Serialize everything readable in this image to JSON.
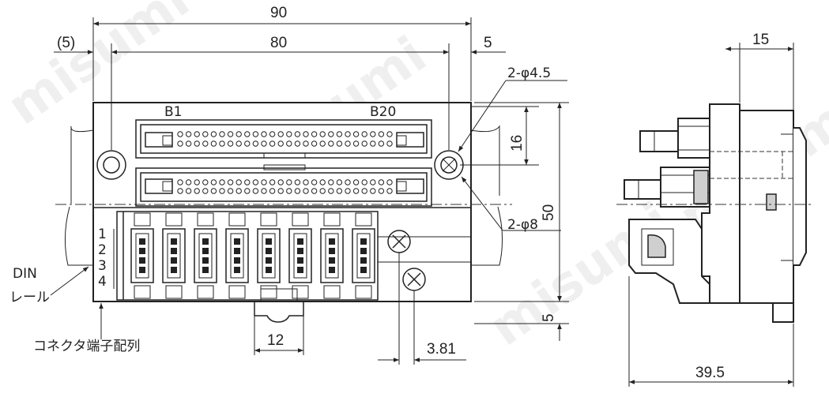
{
  "dimensions": {
    "overall_width": "90",
    "pitch_width": "80",
    "left_offset": "(5)",
    "right_offset": "5",
    "side_depth": "15",
    "height": "50",
    "connector_pitch": "16",
    "bottom_offset": "5",
    "terminal_pitch": "12",
    "screw_offset": "3.81",
    "total_depth": "39.5"
  },
  "labels": {
    "connector_start": "B1",
    "connector_end": "B20",
    "hole_small": "2-φ4.5",
    "hole_large": "2-φ8",
    "din_line1": "DIN",
    "din_line2": "レール",
    "terminal_array": "コネクタ端子配列",
    "row1": "1",
    "row2": "2",
    "row3": "3",
    "row4": "4"
  },
  "watermark": "misumi"
}
